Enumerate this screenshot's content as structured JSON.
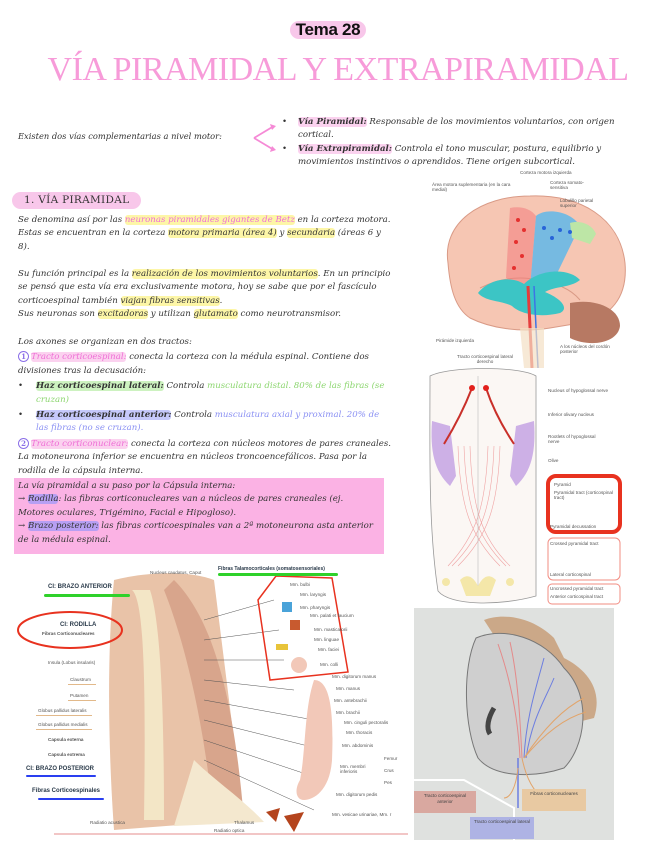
{
  "header": {
    "topic": "Tema 28",
    "title": "VÍA PIRAMIDAL Y EXTRAPIRAMIDAL"
  },
  "intro": {
    "lead": "Existen dos vías complementarias a nivel motor:",
    "items": [
      {
        "term": "Vía Piramidal:",
        "text": " Responsable de los movimientos voluntarios, con origen cortical."
      },
      {
        "term": "Vía Extrapiramidal:",
        "text": " Controla el tono muscular, postura, equilibrio y movimientos instintivos o aprendidos. Tiene origen subcortical."
      }
    ]
  },
  "section1": {
    "heading": "1.   VÍA PIRAMIDAL",
    "p1": {
      "a": "Se denomina así por las ",
      "hl1": "neuronas piramidales gigantes de Betz",
      "b": " en la corteza motora. Estas se encuentran en la corteza ",
      "hl2": "motora primaria (área 4)",
      "c": " y ",
      "hl3": "secundaria",
      "d": " (áreas 6 y 8)."
    },
    "p2": {
      "a": "Su función principal es la ",
      "hl1": "realización de los movimientos voluntarios",
      "b": ". En un principio se pensó que esta vía era exclusivamente motora, hoy se sabe que por el fascículo corticoespinal también ",
      "hl2": "viajan fibras sensitivas",
      "c": "."
    },
    "p3": {
      "a": "Sus neuronas son ",
      "hl1": "excitadoras",
      "b": " y utilizan ",
      "hl2": "glutamato",
      "c": " como neurotransmisor."
    },
    "tracts_intro": "Los axones se organizan en dos tractos:",
    "tract1": {
      "num": "1",
      "name": "Tracto corticoespinal:",
      "text": " conecta la corteza con la médula espinal. Contiene dos divisiones tras la decusación:",
      "divisions": [
        {
          "name": "Haz corticoespinal lateral:",
          "text": " Controla ",
          "detail": "musculatura distal. 80% de las fibras (se cruzan)"
        },
        {
          "name": "Haz corticoespinal anterior:",
          "text": " Controla ",
          "detail": "musculatura axial y proximal. 20% de las fibras (no se cruzan)."
        }
      ]
    },
    "tract2": {
      "num": "2",
      "name": "Tracto corticonuclear:",
      "text": " conecta la corteza con núcleos motores de pares craneales. La motoneurona inferior se encuentra en núcleos troncoencefálicos. Pasa por la rodilla de la cápsula interna."
    },
    "capsule_box": {
      "title": "La vía piramidal a su paso por la Cápsula interna:",
      "rows": [
        {
          "arrow": "→",
          "term": "Rodilla",
          "text": ": las fibras corticonucleares van a núcleos de pares craneales (ej. Motores oculares, Trigémino, Facial e Hipogloso)."
        },
        {
          "arrow": "→",
          "term": "Brazo posterior:",
          "text": " las fibras corticoespinales van a 2ª motoneurona asta anterior de la médula espinal."
        }
      ]
    }
  },
  "figures": {
    "brain": {
      "labels": {
        "motor_left": "Corteza motora izquierda",
        "supp_motor": "Área motora suplementaria (en la cara medial)",
        "somatosens": "Corteza somato-sensitiva",
        "parietal": "Lobulillo parietal superior",
        "pyramid_left": "Pirámide izquierda",
        "nuclei_post": "A los núcleos del cordón posterior",
        "lateral_tract": "Tracto corticoespinal lateral derecho"
      }
    },
    "medulla": {
      "labels": [
        "Nucleus of hypoglossal nerve",
        "Inferior olivary nucleus",
        "Rootlets of hypoglossal nerve",
        "Olive",
        "Pyramid",
        "Pyramidal tract (corticospinal tract)",
        "Pyramidal decussation",
        "Crossed pyramidal tract",
        "Lateral corticospinal",
        "Uncrossed pyramidal tract",
        "Anterior corticospinal tract"
      ]
    },
    "capsule": {
      "ci_anterior": "CI: BRAZO ANTERIOR",
      "ci_rodilla": "CI: RODILLA",
      "ci_rodilla_sub": "Fibras Corticonucleares",
      "ci_posterior": "CI: BRAZO POSTERIOR",
      "corticospinal": "Fibras Corticoespinales",
      "thalamocortical": "Fibras Talamocorticales (somatosensoriales)",
      "caudate": "Nucleus caudatus, Caput",
      "left_labels": [
        "Insula (Lobus insularis)",
        "Claustrum",
        "Putamen",
        "Globus pallidus lateralis",
        "Globus pallidus medialis",
        "Capsula externa",
        "Capsula extrema"
      ],
      "body_labels": [
        "Mm. bulbi",
        "Mm. laryngis",
        "Mm. pharyngis",
        "Mm. palati et faucium",
        "Mm. masticatorii",
        "Mm. linguae",
        "Mm. faciei",
        "Mm. colli",
        "Mm. digitorum manus",
        "Mm. manus",
        "Mm. antebrachii",
        "Mm. brachii",
        "Mm. cinguli pectoralis",
        "Mm. thoracis",
        "Mm. abdominis",
        "Mm. membri inferioris",
        "Femur",
        "Crus",
        "Pes",
        "Mm. digitorum pedis",
        "Mm. vesicae urinariae, Mm. r"
      ],
      "bottom_labels": [
        "Radiatio acustica",
        "Thalamus",
        "Radiatio optica"
      ]
    },
    "photo": {
      "anterior": "Tracto corticoespinal anterior",
      "corticonuclear": "Fibras corticonucleares",
      "lateral": "Tracto corticoespinal lateral"
    }
  }
}
